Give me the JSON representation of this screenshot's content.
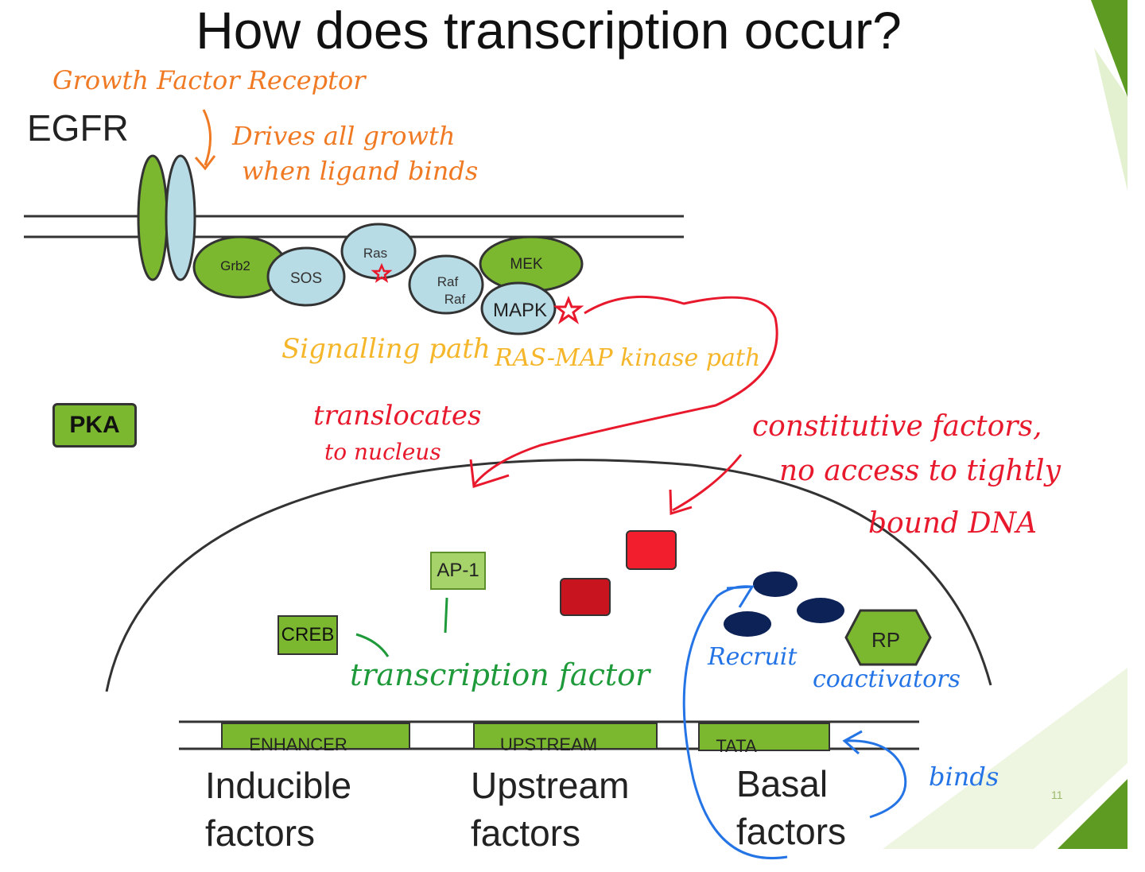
{
  "slide": {
    "title": "How does transcription occur?",
    "page_number": "11"
  },
  "receptor": {
    "label": "EGFR",
    "handwritten_name": "Growth Factor Receptor",
    "note_line1": "Drives all growth",
    "note_line2": "when ligand binds"
  },
  "proteins": {
    "grb2": "Grb2",
    "sos": "SOS",
    "ras": "Ras",
    "raf1": "Raf",
    "raf2": "Raf",
    "mek": "MEK",
    "mapk": "MAPK",
    "pka": "PKA"
  },
  "pathway_notes": {
    "signalling": "Signalling path",
    "ras_mapk": "RAS-MAP kinase path",
    "translocates_line1": "translocates",
    "translocates_line2": "to nucleus"
  },
  "constitutive_note": {
    "line1": "constitutive factors,",
    "line2": "no access to tightly",
    "line3": "bound DNA"
  },
  "nucleus": {
    "ap1": "AP-1",
    "creb": "CREB",
    "rp": "RP",
    "transcription_factor_note": "transcription factor",
    "recruit_note": "Recruit",
    "coactivators_note": "coactivators",
    "binds_note": "binds"
  },
  "dna_elements": {
    "enhancer": "ENHANCER",
    "upstream": "UPSTREAM",
    "tata": "TATA"
  },
  "factor_labels": {
    "inducible_line1": "Inducible",
    "inducible_line2": "factors",
    "upstream_line1": "Upstream",
    "upstream_line2": "factors",
    "basal_line1": "Basal",
    "basal_line2": "factors"
  },
  "colors": {
    "protein_green": "#7cb82f",
    "protein_blue": "#b8dce6",
    "annotation_orange": "#f07a24",
    "annotation_yellow": "#f5b62a",
    "annotation_red": "#e8192c",
    "annotation_green": "#1f9a3a",
    "annotation_blue": "#2474e6",
    "coactivator_navy": "#0d2256"
  }
}
